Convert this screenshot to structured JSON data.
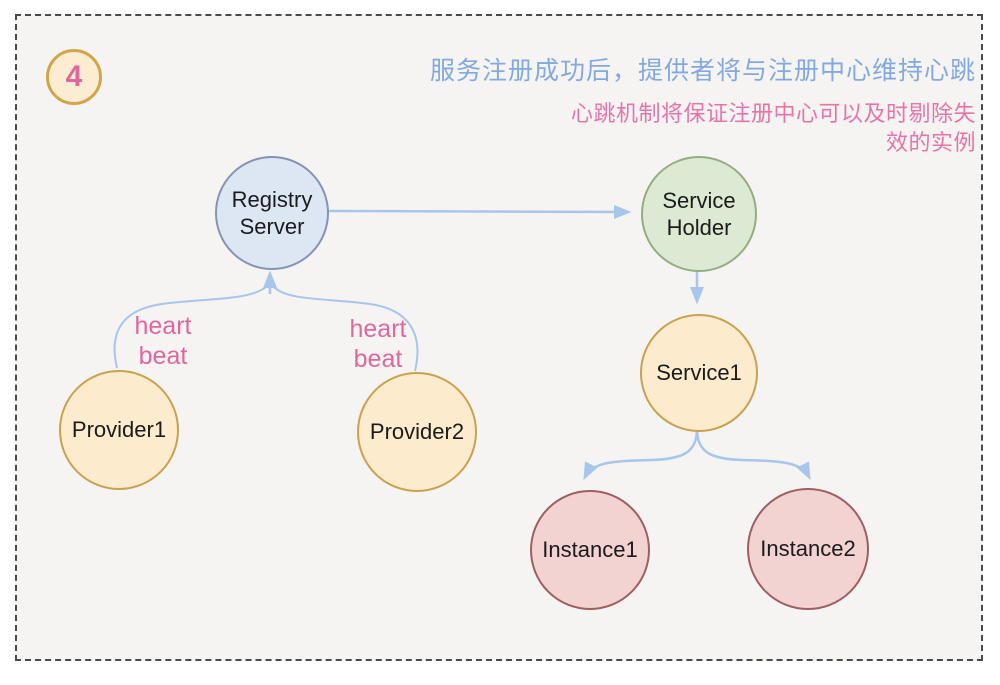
{
  "badge": {
    "number": "4",
    "fill": "#fcecd2",
    "border": "#d2a54b",
    "text_color": "#e0679d"
  },
  "heading": {
    "blue_text": "服务注册成功后，提供者将与注册中心维持心跳",
    "blue_color": "#82a9e0",
    "pink_line1": "心跳机制将保证注册中心可以及时剔除失",
    "pink_line2": "效的实例",
    "pink_color": "#e873a8"
  },
  "nodes": {
    "registry_server": {
      "line1": "Registry",
      "line2": "Server",
      "fill": "#dde7f4",
      "border": "#8494b2"
    },
    "service_holder": {
      "line1": "Service",
      "line2": "Holder",
      "fill": "#dcead3",
      "border": "#93ad82"
    },
    "service1": {
      "label": "Service1",
      "fill": "#fcebcd",
      "border": "#c9a24f"
    },
    "provider1": {
      "label": "Provider1",
      "fill": "#fcebcd",
      "border": "#c9a24f"
    },
    "provider2": {
      "label": "Provider2",
      "fill": "#fcebcd",
      "border": "#c9a24f"
    },
    "instance1": {
      "label": "Instance1",
      "fill": "#f3d2d2",
      "border": "#9d5f5f"
    },
    "instance2": {
      "label": "Instance2",
      "fill": "#f3d2d2",
      "border": "#9d5f5f"
    }
  },
  "labels": {
    "heartbeat_line1": "heart",
    "heartbeat_line2": "beat",
    "heartbeat_color": "#e0679d"
  },
  "edges": [
    {
      "from": "registry_server",
      "to": "service_holder"
    },
    {
      "from": "service_holder",
      "to": "service1"
    },
    {
      "from": "service1",
      "to": "instance1"
    },
    {
      "from": "service1",
      "to": "instance2"
    },
    {
      "from": "provider1",
      "to": "registry_server",
      "label": "heart beat"
    },
    {
      "from": "provider2",
      "to": "registry_server",
      "label": "heart beat"
    }
  ],
  "arrow_color": "#a8c6ec",
  "canvas": {
    "background": "#f5f4f2",
    "border_color": "#4a4a4a"
  }
}
